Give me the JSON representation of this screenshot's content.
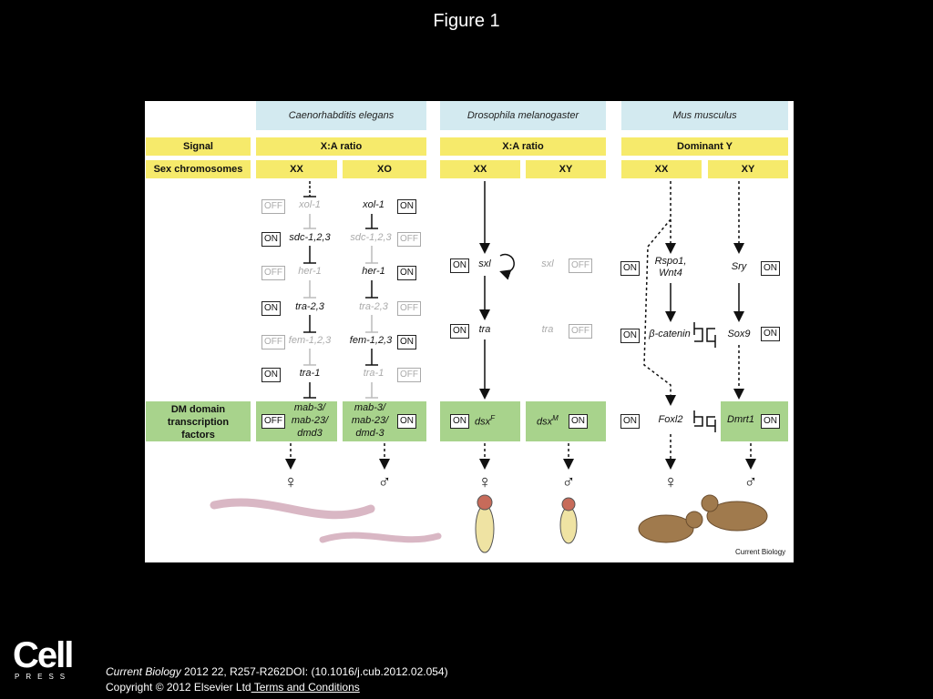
{
  "title": "Figure 1",
  "species": [
    "Caenorhabditis elegans",
    "Drosophila melanogaster",
    "Mus musculus"
  ],
  "rows": {
    "signal": {
      "label": "Signal",
      "values": [
        "X:A ratio",
        "X:A ratio",
        "Dominant Y"
      ]
    },
    "sex_chromosomes": {
      "label": "Sex chromosomes",
      "values": [
        "XX",
        "XO",
        "XX",
        "XY",
        "XX",
        "XY"
      ]
    },
    "dm": {
      "label": "DM domain transcription factors"
    }
  },
  "states": {
    "on": "ON",
    "off": "OFF"
  },
  "worm_xx": {
    "genes": [
      "xol-1",
      "sdc-1,2,3",
      "her-1",
      "tra-2,3",
      "fem-1,2,3",
      "tra-1"
    ],
    "dm": "mab-3/ mab-23/ dmd3",
    "sex": "♀"
  },
  "worm_xo": {
    "genes": [
      "xol-1",
      "sdc-1,2,3",
      "her-1",
      "tra-2,3",
      "fem-1,2,3",
      "tra-1"
    ],
    "dm": "mab-3/ mab-23/ dmd-3",
    "sex": "♂"
  },
  "fly_xx": {
    "genes": [
      "sxl",
      "tra"
    ],
    "dm": "dsx",
    "dm_sup": "F",
    "sex": "♀"
  },
  "fly_xy": {
    "genes": [
      "sxl",
      "tra"
    ],
    "dm": "dsx",
    "dm_sup": "M",
    "sex": "♂"
  },
  "mouse_xx": {
    "genes": [
      "Rspo1, Wnt4",
      "β-catenin"
    ],
    "dm": "Foxl2",
    "sex": "♀"
  },
  "mouse_xy": {
    "genes": [
      "Sry",
      "Sox9"
    ],
    "dm": "Dmrt1",
    "sex": "♂"
  },
  "credit": "Current Biology",
  "footer": {
    "journal": "Current Biology",
    "citation": " 2012 22, R257-R262DOI: (10.1016/j.cub.2012.02.054)",
    "copyright": "Copyright © 2012 Elsevier Ltd",
    "terms_link": " Terms and Conditions"
  },
  "logo": {
    "name": "Cell",
    "press": "PRESS"
  },
  "colors": {
    "species_bg": "#d3eaf0",
    "yellow": "#f6ea6b",
    "green": "#a8d38c",
    "background": "#000000"
  }
}
